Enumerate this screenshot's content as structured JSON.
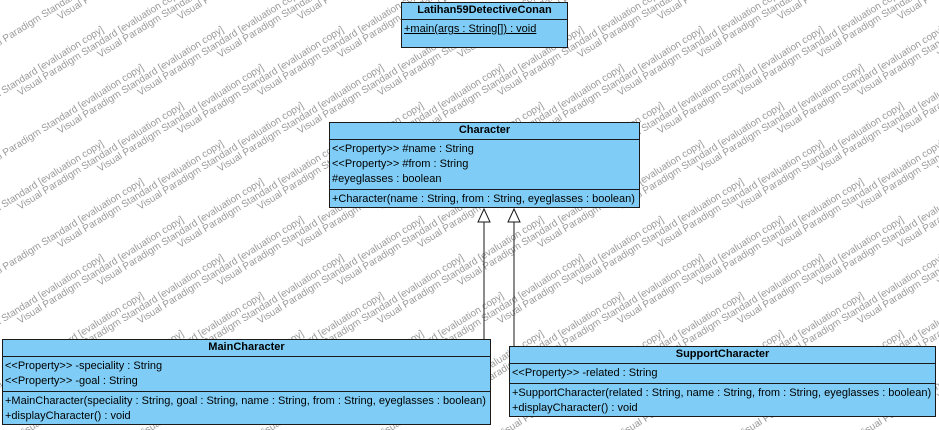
{
  "watermark": "Visual Paradigm Standard [evaluation copy]",
  "colors": {
    "class_fill": "#7fcdf6",
    "class_border": "#1a1a1a",
    "edge": "#1a1a1a"
  },
  "classes": {
    "latihan": {
      "name": "Latihan59DetectiveConan",
      "attributes": [],
      "operations": [
        "+main(args : String[]) : void"
      ]
    },
    "character": {
      "name": "Character",
      "attributes": [
        "<<Property>> #name : String",
        "<<Property>> #from : String",
        "#eyeglasses : boolean"
      ],
      "operations": [
        "+Character(name : String, from : String, eyeglasses : boolean)"
      ]
    },
    "main_character": {
      "name": "MainCharacter",
      "attributes": [
        "<<Property>> -speciality : String",
        "<<Property>> -goal : String"
      ],
      "operations": [
        "+MainCharacter(speciality : String, goal : String, name : String, from : String, eyeglasses : boolean)",
        "+displayCharacter() : void"
      ]
    },
    "support_character": {
      "name": "SupportCharacter",
      "attributes": [
        "<<Property>> -related : String"
      ],
      "operations": [
        "+SupportCharacter(related : String, name : String, from : String, eyeglasses : boolean)",
        "+displayCharacter() : void"
      ]
    }
  }
}
